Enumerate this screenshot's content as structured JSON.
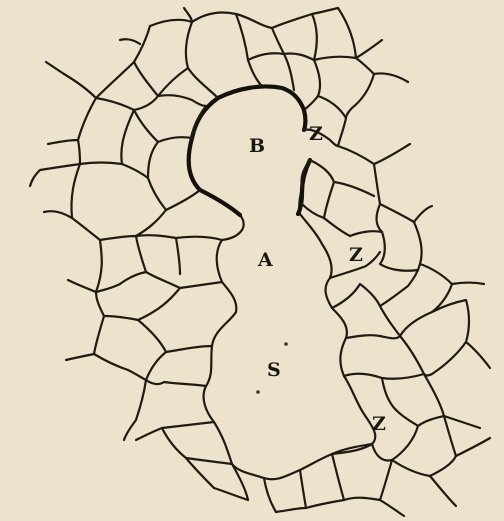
{
  "figure": {
    "labels": {
      "b": "B",
      "z_top": "Z",
      "a": "A",
      "z_mid": "Z",
      "s": "S",
      "z_bottom": "Z"
    },
    "colors": {
      "paper": "#ede3cc",
      "ink": "#1f1a14"
    }
  }
}
